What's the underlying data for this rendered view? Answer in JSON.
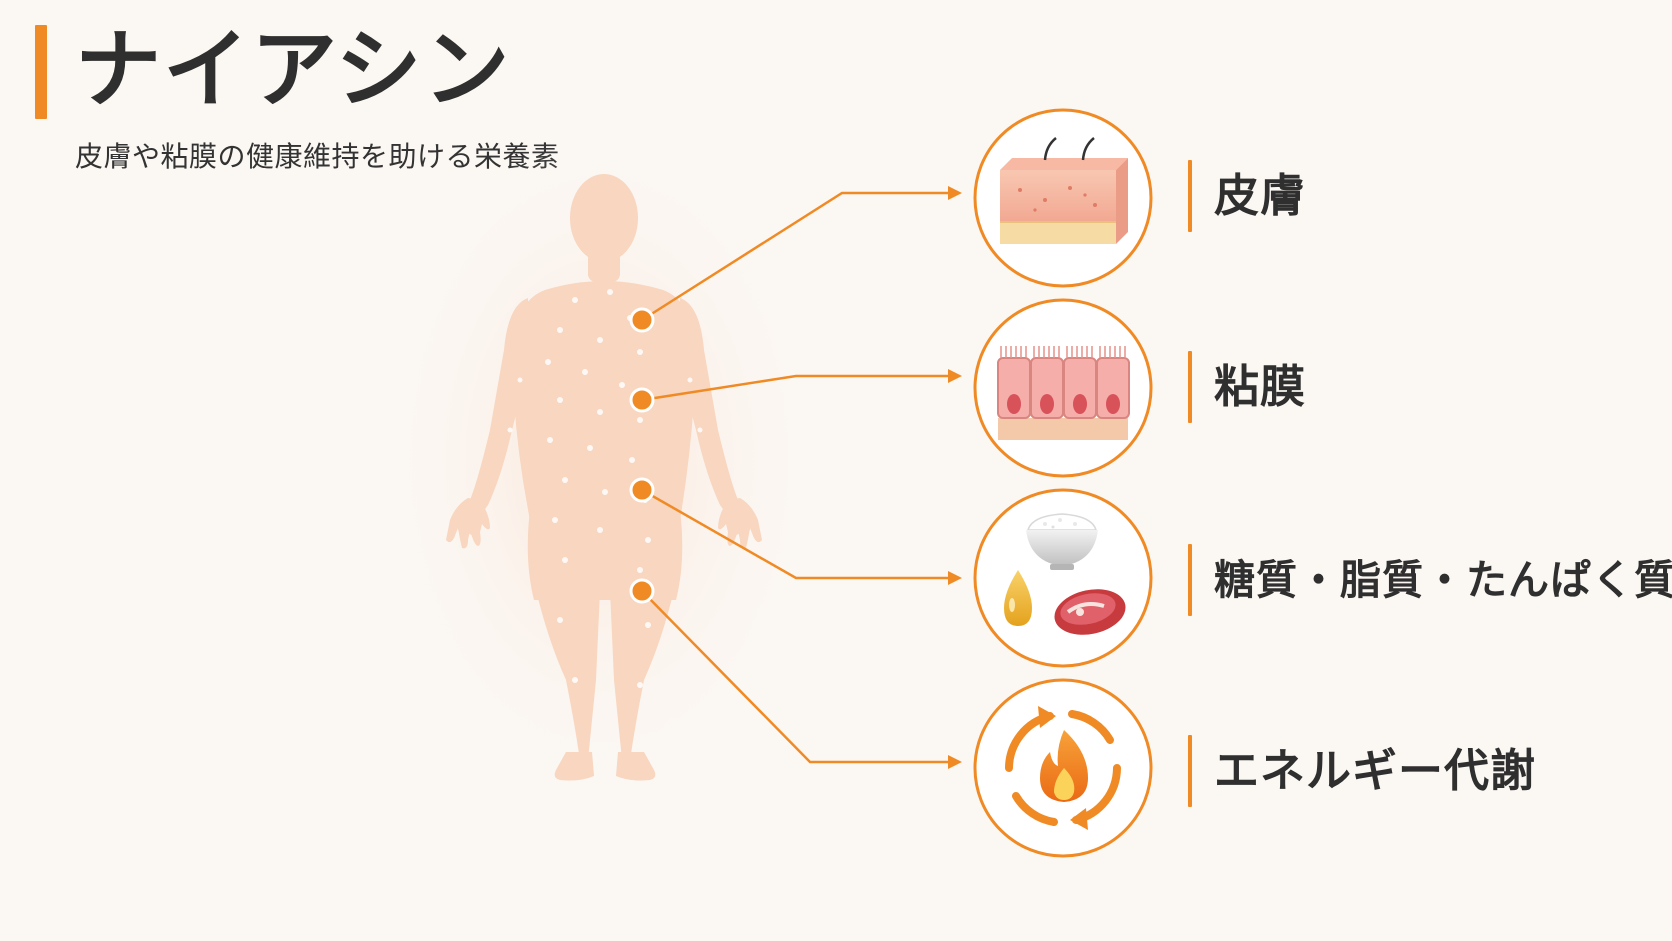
{
  "title": "ナイアシン",
  "subtitle": "皮膚や粘膜の健康維持を助ける栄養素",
  "accent_color": "#f08a24",
  "body_color": "#f8d6bf",
  "background_color": "#fbf7f3",
  "items": [
    {
      "label": "皮膚",
      "icon": "skin-layers-icon"
    },
    {
      "label": "粘膜",
      "icon": "mucosa-cells-icon"
    },
    {
      "label": "糖質・脂質・たんぱく質",
      "icon": "nutrients-icon"
    },
    {
      "label": "エネルギー代謝",
      "icon": "energy-cycle-icon"
    }
  ]
}
